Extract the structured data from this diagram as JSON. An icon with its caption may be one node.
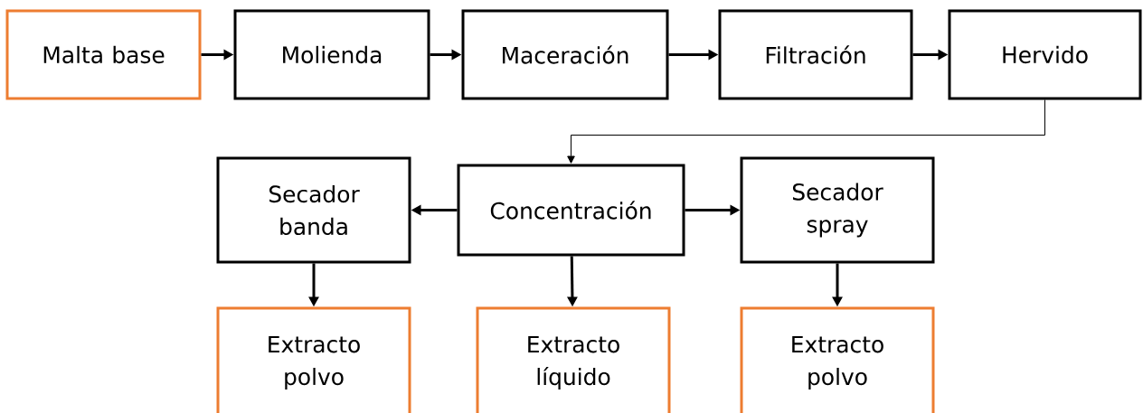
{
  "diagram": {
    "nodes": [
      {
        "text": [
          "Malta base"
        ]
      },
      {
        "text": [
          "Molienda"
        ]
      },
      {
        "text": [
          "Maceración"
        ]
      },
      {
        "text": [
          "Filtración"
        ]
      },
      {
        "text": [
          "Hervido"
        ]
      },
      {
        "text": [
          "Secador banda"
        ]
      },
      {
        "text": [
          "Concentración"
        ]
      },
      {
        "text": [
          "Secador spray"
        ]
      },
      {
        "text": [
          "Extracto polvo"
        ]
      },
      {
        "text": [
          "Extracto líquido"
        ]
      },
      {
        "text": [
          "Extracto polvo"
        ]
      }
    ],
    "edges": [
      {
        "from": 0,
        "to": 1,
        "arrow": "to"
      },
      {
        "from": 1,
        "to": 2,
        "arrow": "to"
      },
      {
        "from": 2,
        "to": 3,
        "arrow": "to"
      },
      {
        "from": 3,
        "to": 4,
        "arrow": "to"
      },
      {
        "from": 4,
        "to": 6,
        "arrow": "to"
      },
      {
        "from": 6,
        "to": 5,
        "arrow": "to"
      },
      {
        "from": 6,
        "to": 7,
        "arrow": "to"
      },
      {
        "from": 5,
        "to": 8,
        "arrow": "to"
      },
      {
        "from": 6,
        "to": 9,
        "arrow": "to"
      },
      {
        "from": 7,
        "to": 10,
        "arrow": "to"
      }
    ]
  }
}
